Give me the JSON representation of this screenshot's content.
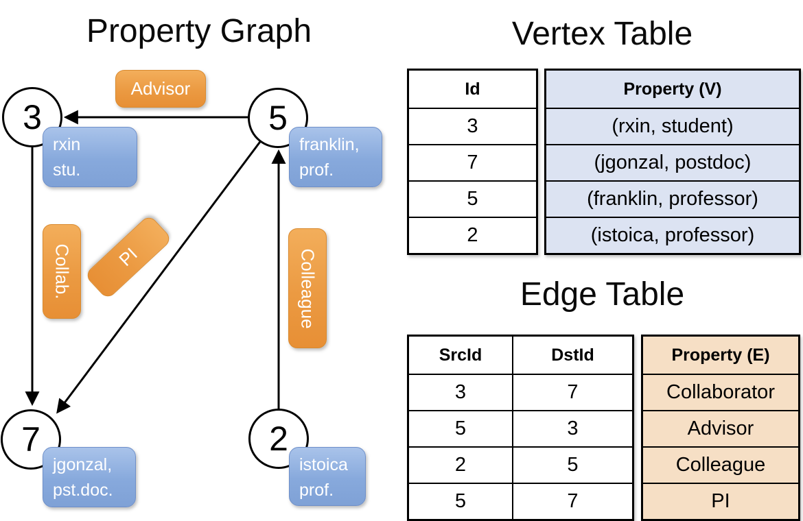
{
  "graph": {
    "title": "Property Graph",
    "vertices": [
      {
        "id": "3",
        "line1": "rxin",
        "line2": "stu."
      },
      {
        "id": "5",
        "line1": "franklin,",
        "line2": "prof."
      },
      {
        "id": "7",
        "line1": "jgonzal,",
        "line2": "pst.doc."
      },
      {
        "id": "2",
        "line1": "istoica",
        "line2": "prof."
      }
    ],
    "edge_labels": {
      "advisor": "Advisor",
      "collab": "Collab.",
      "pi": "PI",
      "colleague": "Colleague"
    }
  },
  "vertex_table": {
    "title": "Vertex Table",
    "columns": {
      "id": "Id",
      "property": "Property (V)"
    },
    "rows": [
      {
        "id": "3",
        "property": "(rxin, student)"
      },
      {
        "id": "7",
        "property": "(jgonzal, postdoc)"
      },
      {
        "id": "5",
        "property": "(franklin, professor)"
      },
      {
        "id": "2",
        "property": "(istoica, professor)"
      }
    ]
  },
  "edge_table": {
    "title": "Edge Table",
    "columns": {
      "src": "SrcId",
      "dst": "DstId",
      "property": "Property (E)"
    },
    "rows": [
      {
        "src": "3",
        "dst": "7",
        "property": "Collaborator"
      },
      {
        "src": "5",
        "dst": "3",
        "property": "Advisor"
      },
      {
        "src": "2",
        "dst": "5",
        "property": "Colleague"
      },
      {
        "src": "5",
        "dst": "7",
        "property": "PI"
      }
    ]
  },
  "colors": {
    "edge_label_orange_top": "#f3ae5b",
    "edge_label_orange_bottom": "#e78f35",
    "node_box_blue_top": "#a9c3ea",
    "node_box_blue_bottom": "#7fa1d6",
    "vertex_property_cell": "#dce3f2",
    "edge_property_cell": "#f6dfc5",
    "line_color": "#000000"
  }
}
